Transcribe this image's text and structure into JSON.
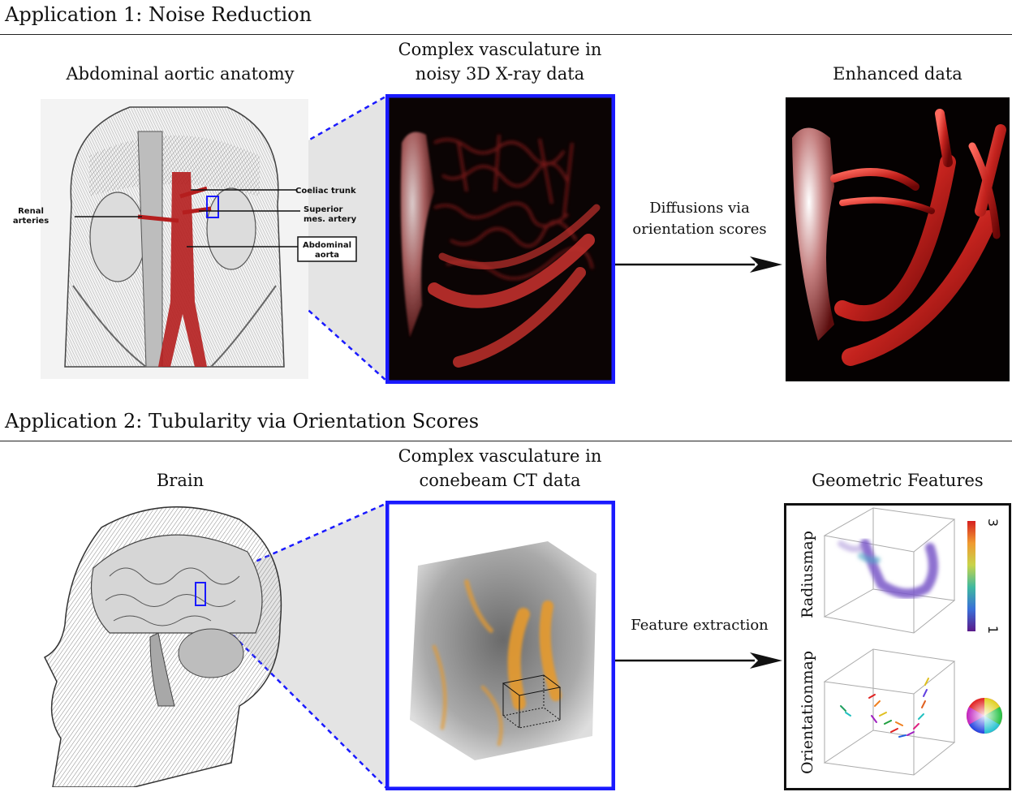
{
  "app1": {
    "title": "Application 1: Noise Reduction",
    "panel_left": {
      "caption": "Abdominal aortic anatomy",
      "annotations": {
        "renal_1": "Renal",
        "renal_2": "arteries",
        "coeliac": "Coeliac trunk",
        "superior_1": "Superior",
        "superior_2": "mes. artery",
        "aorta_1": "Abdominal",
        "aorta_2": "aorta"
      }
    },
    "panel_mid": {
      "caption_1": "Complex vasculature in",
      "caption_2": "noisy 3D X-ray data"
    },
    "arrow": {
      "label_1": "Diffusions via",
      "label_2": "orientation scores"
    },
    "panel_right": {
      "caption": "Enhanced data"
    }
  },
  "app2": {
    "title": "Application 2: Tubularity via Orientation Scores",
    "panel_left": {
      "caption": "Brain"
    },
    "panel_mid": {
      "caption_1": "Complex vasculature in",
      "caption_2": "conebeam CT data"
    },
    "arrow": {
      "label": "Feature extraction"
    },
    "panel_right": {
      "caption": "Geometric Features",
      "radius_label": "Radiusmap",
      "orientation_label": "Orientationmap",
      "colorbar_max": "3",
      "colorbar_min": "1"
    }
  },
  "colors": {
    "zoom_frame": "#1a1aff",
    "vessel_red": "#b51e1e",
    "vessel_orange": "#e69a2e",
    "background_dark": "#0b0404"
  }
}
